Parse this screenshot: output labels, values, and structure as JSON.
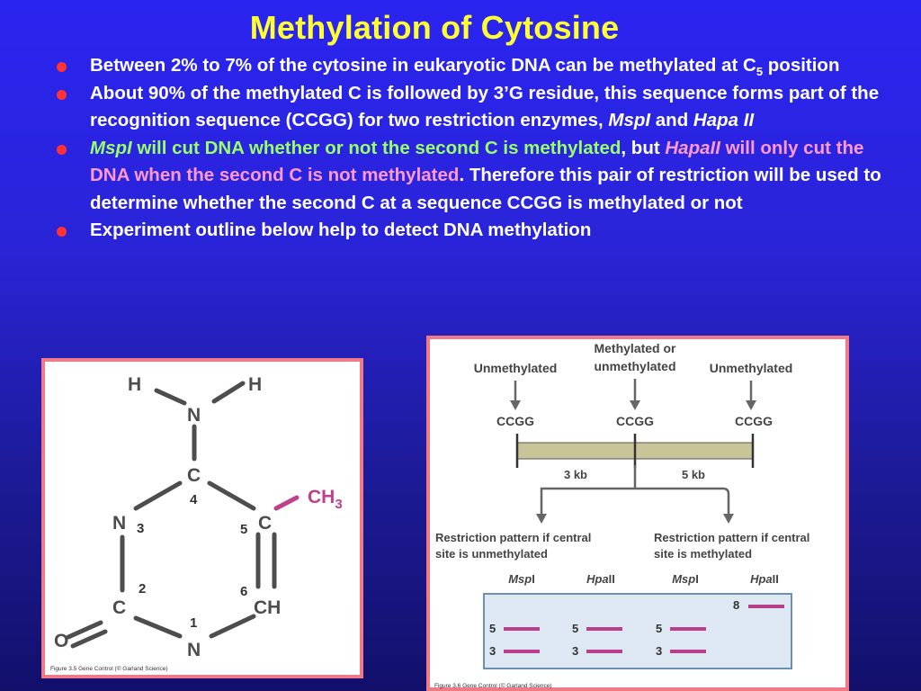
{
  "title": "Methylation of Cytosine",
  "bullets": {
    "b1": {
      "text_a": "Between 2% to 7% of the cytosine in eukaryotic DNA  can be methylated at C",
      "sub": "5",
      "text_b": " position"
    },
    "b2": {
      "text_a": "About 90% of the methylated C is followed by 3’G residue, this sequence forms part of the recognition sequence (CCGG) for two restriction enzymes, ",
      "enzyme1": "MspI",
      "and": " and ",
      "enzyme2": "Hapa II"
    },
    "b3": {
      "enzyme1": "MspI",
      "green_text": " will cut DNA whether or not the second C is methylated",
      "but": ", but ",
      "enzyme2": "HapaII",
      "pink_text": " will only cut the DNA when the second C is not methylated",
      "rest": ". Therefore this pair of restriction will be used to determine whether the second C at a sequence CCGG is methylated or not"
    },
    "b4": {
      "text": "Experiment outline below help to detect DNA methylation"
    }
  },
  "figure1": {
    "atoms": {
      "h_left": "H",
      "h_right": "H",
      "n_top": "N",
      "c4": "C",
      "ch3_main": "CH",
      "ch3_sub": "3",
      "n3": "N",
      "c5": "C",
      "c2": "C",
      "ch6": "CH",
      "o": "O",
      "n1": "N"
    },
    "numbers": {
      "n4": "4",
      "n3": "3",
      "n5": "5",
      "n2": "2",
      "n6": "6",
      "n1": "1"
    },
    "caption": "Figure 3.5  Gene Control (© Garland Science)",
    "colors": {
      "atom": "#4d4d4d",
      "methyl": "#c0408a"
    }
  },
  "figure2": {
    "labels": {
      "left": "Unmethylated",
      "mid_1": "Methylated or",
      "mid_2": "unmethylated",
      "right": "Unmethylated"
    },
    "sites": {
      "left": "CCGG",
      "mid": "CCGG",
      "right": "CCGG"
    },
    "fragments": {
      "left": "3 kb",
      "right": "5 kb"
    },
    "pattern_left_1": "Restriction pattern if central",
    "pattern_left_2": "site is unmethylated",
    "pattern_right_1": "Restriction pattern if central",
    "pattern_right_2": "site is methylated",
    "lanes": [
      {
        "prefix": "Msp",
        "suffix": "I"
      },
      {
        "prefix": "Hpa",
        "suffix": "II"
      },
      {
        "prefix": "Msp",
        "suffix": "I"
      },
      {
        "prefix": "Hpa",
        "suffix": "II"
      }
    ],
    "band_sizes": {
      "top": "8",
      "mid": "5",
      "bottom": "3"
    },
    "caption": "Figure 3.6  Gene Control (© Garland Science)",
    "colors": {
      "band": "#b83f8c",
      "dna_bar": "#c9c599",
      "gel_bg": "#dde8f3"
    }
  }
}
